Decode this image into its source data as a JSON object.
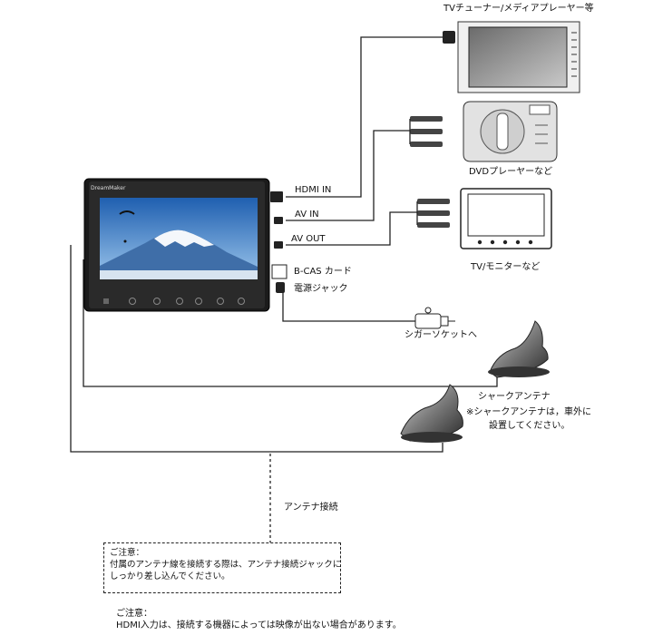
{
  "monitor": {
    "brand": "DreamMaker"
  },
  "devices": {
    "tv_tuner": "TVチューナー/メディアプレーヤー等",
    "dvd_player": "DVDプレーヤーなど",
    "tv_monitor": "TV/モニターなど"
  },
  "connections": {
    "hdmi_in": "HDMI IN",
    "av_in": "AV IN",
    "av_out": "AV OUT",
    "bcas": "B-CAS カード",
    "power_jack": "電源ジャック",
    "cigar_socket": "シガーソケットへ",
    "antenna_connection": "アンテナ接続"
  },
  "antenna": {
    "label": "シャークアンテナ",
    "note_line1": "※シャークアンテナは，車外に",
    "note_line2": "設置してください。"
  },
  "caution_box": {
    "title": "ご注意：",
    "line1": "付属のアンテナ線を接続する際は、アンテナ接続ジャックに",
    "line2": "しっかり差し込んでください。"
  },
  "bottom_note": {
    "title": "ご注意：",
    "line1": "HDMI入力は、接続する機器によっては映像が出ない場合があります。"
  }
}
